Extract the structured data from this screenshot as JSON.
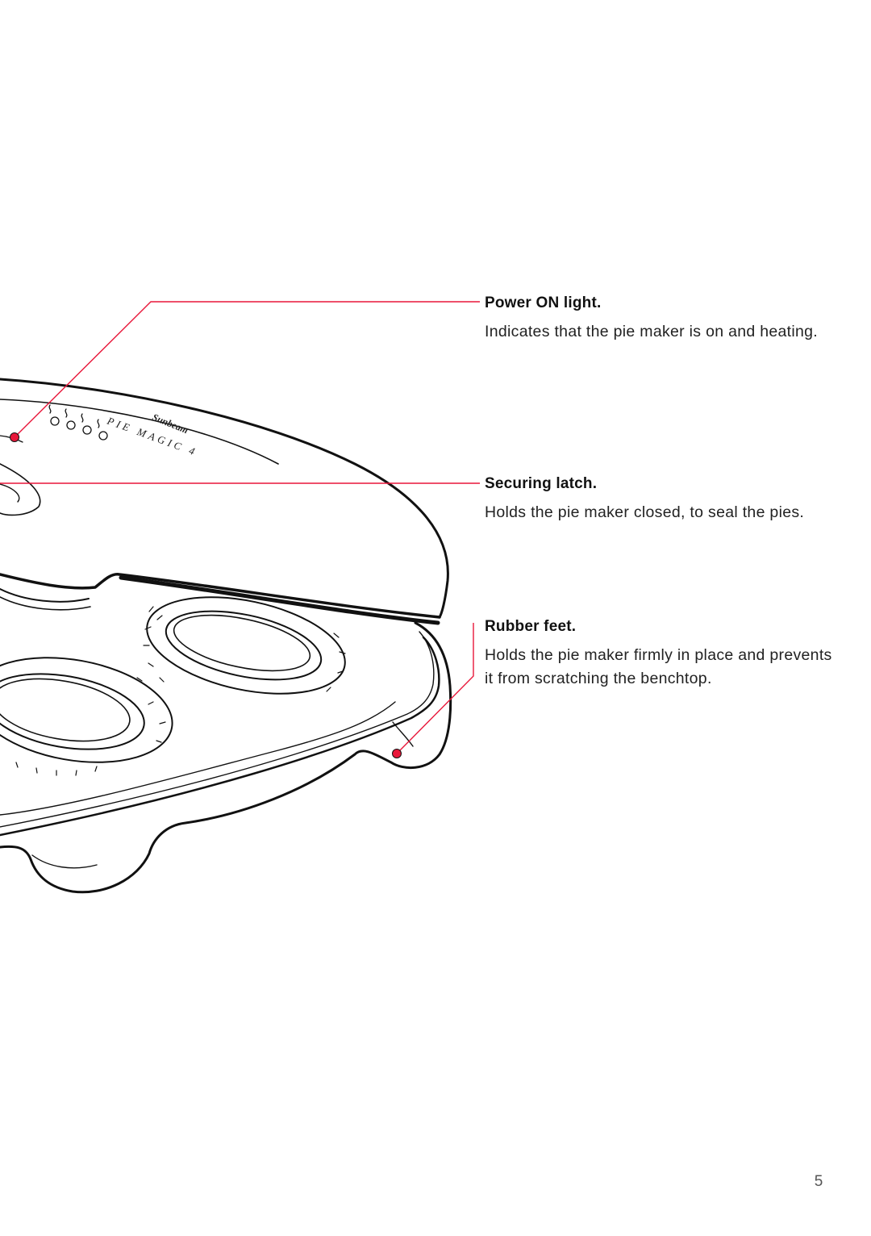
{
  "callouts": {
    "power_light": {
      "title": "Power ON light.",
      "description": "Indicates that the pie maker is on and heating."
    },
    "securing_latch": {
      "title": "Securing latch.",
      "description": "Holds the pie maker closed, to seal the pies."
    },
    "rubber_feet": {
      "title": "Rubber feet.",
      "description": "Holds the pie maker firmly in place and prevents it from scratching the benchtop."
    }
  },
  "device_lid_text": {
    "brand": "Sunbeam",
    "model": "PIE MAGIC 4"
  },
  "page_number": "5",
  "colors": {
    "leader_line": "#e8173a",
    "outline": "#111111"
  }
}
